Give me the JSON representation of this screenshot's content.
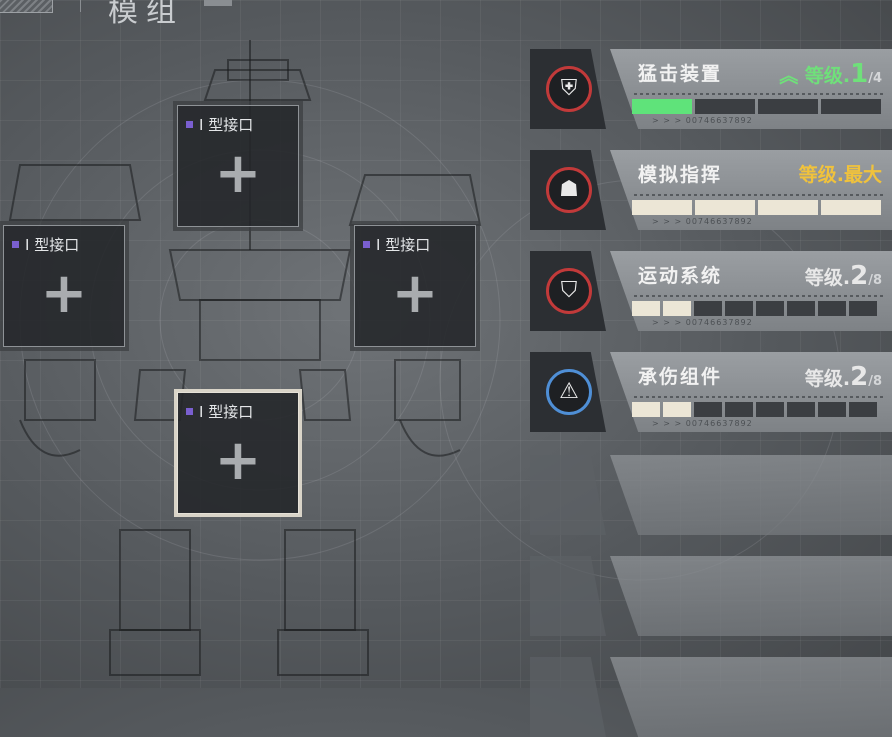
{
  "header": {
    "title": "模组"
  },
  "slots": [
    {
      "label": "I 型接口",
      "plus": "+"
    },
    {
      "label": "I 型接口",
      "plus": "+"
    },
    {
      "label": "I 型接口",
      "plus": "+"
    },
    {
      "label": "I 型接口",
      "plus": "+"
    }
  ],
  "modules": [
    {
      "name": "猛击装置",
      "level_prefix": "等级.",
      "level_value": "1",
      "level_max": "/4",
      "upgrade_icon": "double-chevron-up",
      "icon": "mech-head-icon",
      "serial": "> > > 00746637892",
      "progress": {
        "filled": 1,
        "total": 4
      }
    },
    {
      "name": "模拟指挥",
      "level_prefix": "等级.",
      "level_value": "最大",
      "level_max": "",
      "icon": "helmet-icon",
      "serial": "> > > 00746637892",
      "progress": {
        "filled": 4,
        "total": 4
      }
    },
    {
      "name": "运动系统",
      "level_prefix": "等级.",
      "level_value": "2",
      "level_max": "/8",
      "icon": "armor-icon",
      "serial": "> > > 00746637892",
      "progress": {
        "filled": 2,
        "total": 8
      }
    },
    {
      "name": "承伤组件",
      "level_prefix": "等级.",
      "level_value": "2",
      "level_max": "/8",
      "icon": "warning-icon",
      "serial": "> > > 00746637892",
      "progress": {
        "filled": 2,
        "total": 8
      }
    }
  ],
  "colors": {
    "accent_red": "#c23a3a",
    "accent_blue": "#4f8fd6",
    "level_yellow": "#f0c23c",
    "level_green": "#6fe07a",
    "slot_dot": "#7a5fd0"
  }
}
